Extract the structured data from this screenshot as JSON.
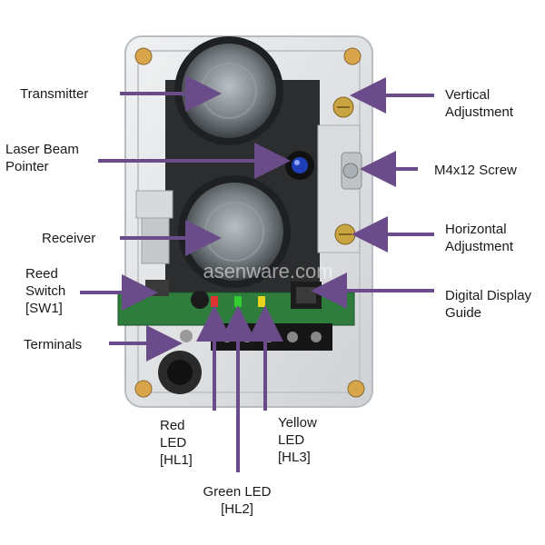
{
  "labels": {
    "transmitter": "Transmitter",
    "laser_beam_pointer": [
      "Laser Beam",
      "Pointer"
    ],
    "receiver": "Receiver",
    "reed_switch": [
      "Reed",
      "Switch",
      "[SW1]"
    ],
    "terminals": "Terminals",
    "vertical_adjustment": [
      "Vertical",
      "Adjustment"
    ],
    "m4x12_screw": "M4x12 Screw",
    "horizontal_adjustment": [
      "Horizontal",
      "Adjustment"
    ],
    "digital_display_guide": [
      "Digital Display",
      "Guide"
    ],
    "red_led": [
      "Red",
      "LED",
      "[HL1]"
    ],
    "green_led": [
      "Green LED",
      "[HL2]"
    ],
    "yellow_led": [
      "Yellow",
      "LED",
      "[HL3]"
    ]
  },
  "watermark": "asenware.com",
  "colors": {
    "arrow": "#6b4c8a",
    "housing": "#e3e5e7",
    "pcb": "#2f7d3c",
    "lens": "#6e7478",
    "brass": "#c9a441",
    "blue_led": "#1f3fb8"
  }
}
